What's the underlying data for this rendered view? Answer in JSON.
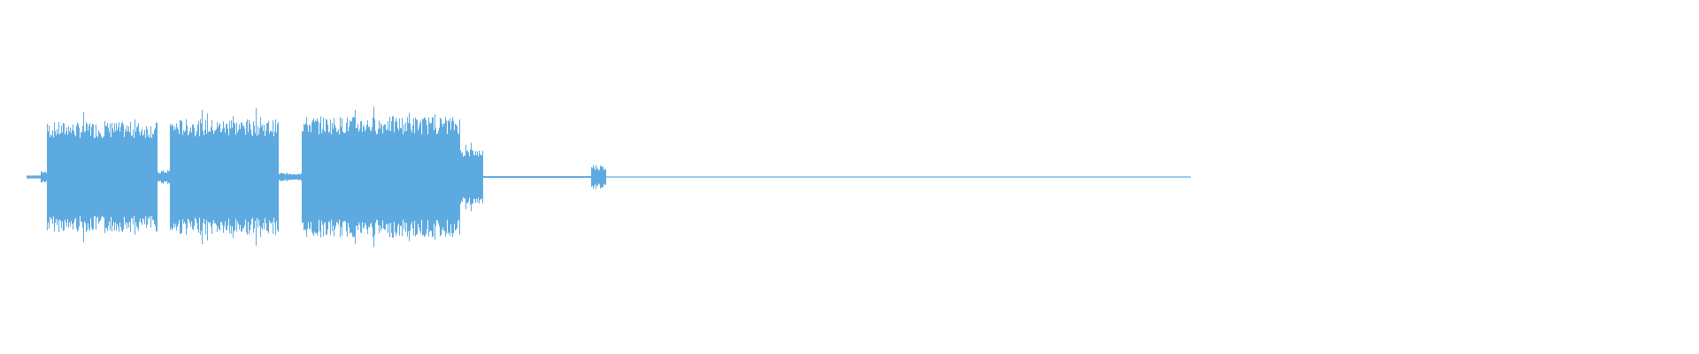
{
  "waveform": {
    "color": "#5DAAE0",
    "background": "#FFFFFF",
    "active_fraction": 0.7,
    "segments": [
      {
        "start": 0.0,
        "end": 0.012,
        "amp": 0.02
      },
      {
        "start": 0.012,
        "end": 0.017,
        "amp": 0.1
      },
      {
        "start": 0.017,
        "end": 0.112,
        "amp": 0.78
      },
      {
        "start": 0.112,
        "end": 0.123,
        "amp": 0.1
      },
      {
        "start": 0.123,
        "end": 0.216,
        "amp": 0.82
      },
      {
        "start": 0.216,
        "end": 0.236,
        "amp": 0.06
      },
      {
        "start": 0.236,
        "end": 0.372,
        "amp": 0.86
      },
      {
        "start": 0.372,
        "end": 0.392,
        "amp": 0.4
      },
      {
        "start": 0.392,
        "end": 0.485,
        "amp": 0.012
      },
      {
        "start": 0.485,
        "end": 0.498,
        "amp": 0.18
      },
      {
        "start": 0.498,
        "end": 1.0,
        "amp": 0.008
      }
    ]
  }
}
